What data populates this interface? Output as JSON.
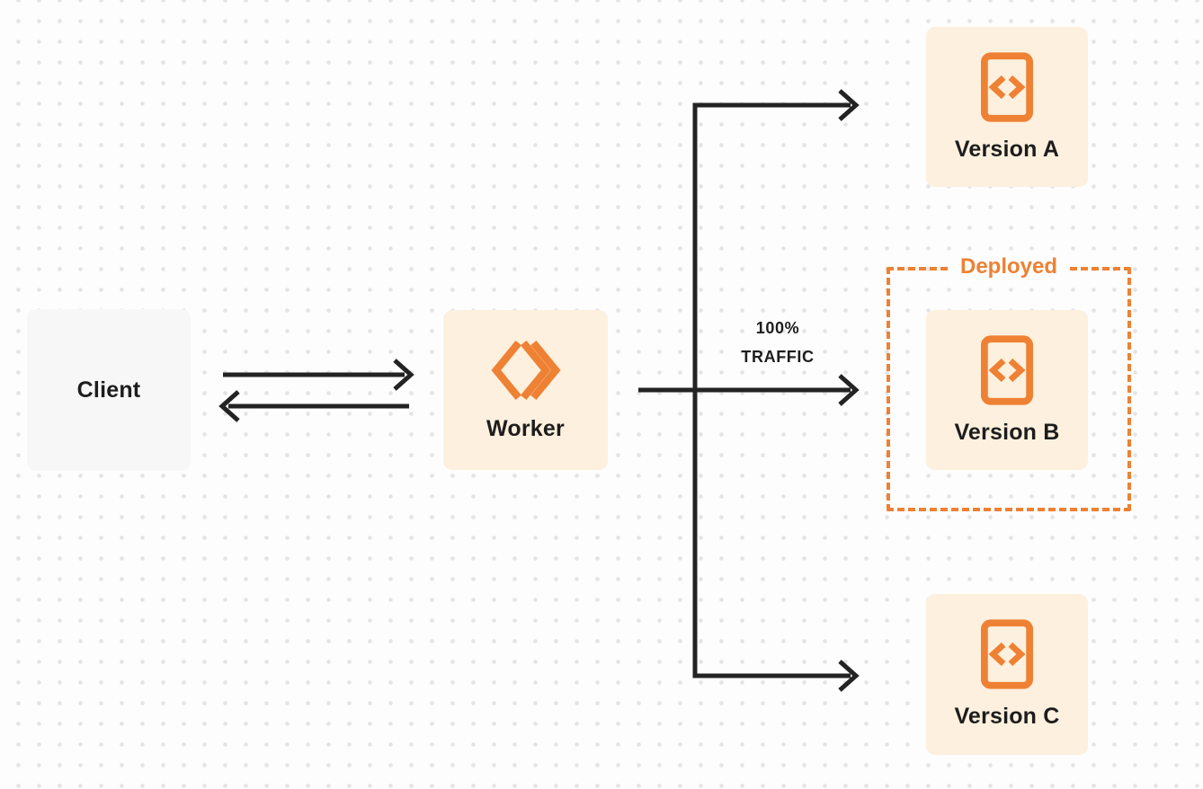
{
  "diagram": {
    "client": {
      "label": "Client"
    },
    "worker": {
      "label": "Worker",
      "icon": "workers-double-chevron-icon"
    },
    "traffic": {
      "line1": "100%",
      "line2": "TRAFFIC"
    },
    "deployed_label": "Deployed",
    "versions": [
      {
        "label": "Version A",
        "icon": "code-file-icon",
        "deployed": false
      },
      {
        "label": "Version B",
        "icon": "code-file-icon",
        "deployed": true
      },
      {
        "label": "Version C",
        "icon": "code-file-icon",
        "deployed": false
      }
    ]
  },
  "theme": {
    "accent": "#ee8133",
    "card-bg": "#fdf0de",
    "client-bg": "#f7f7f8",
    "arrow": "#232323",
    "text": "#1d1d1d",
    "page-bg": "#fdfdfe",
    "dot": "#e4e4e6"
  }
}
